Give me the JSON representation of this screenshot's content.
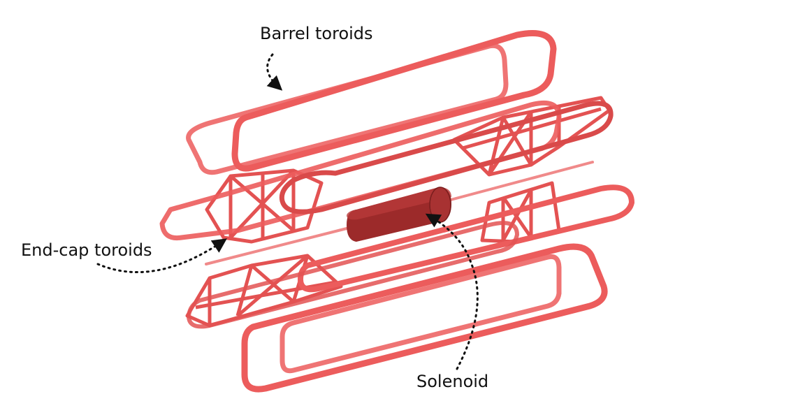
{
  "labels": {
    "barrel": "Barrel toroids",
    "endcap": "End-cap toroids",
    "solenoid": "Solenoid"
  },
  "colors": {
    "coil": "#ec5c5c",
    "coil_dark": "#c73b3b",
    "solenoid": "#9c2a2a",
    "solenoid_top": "#b83a3a",
    "text": "#111111"
  },
  "icons": [
    "dotted-arrow-icon"
  ]
}
